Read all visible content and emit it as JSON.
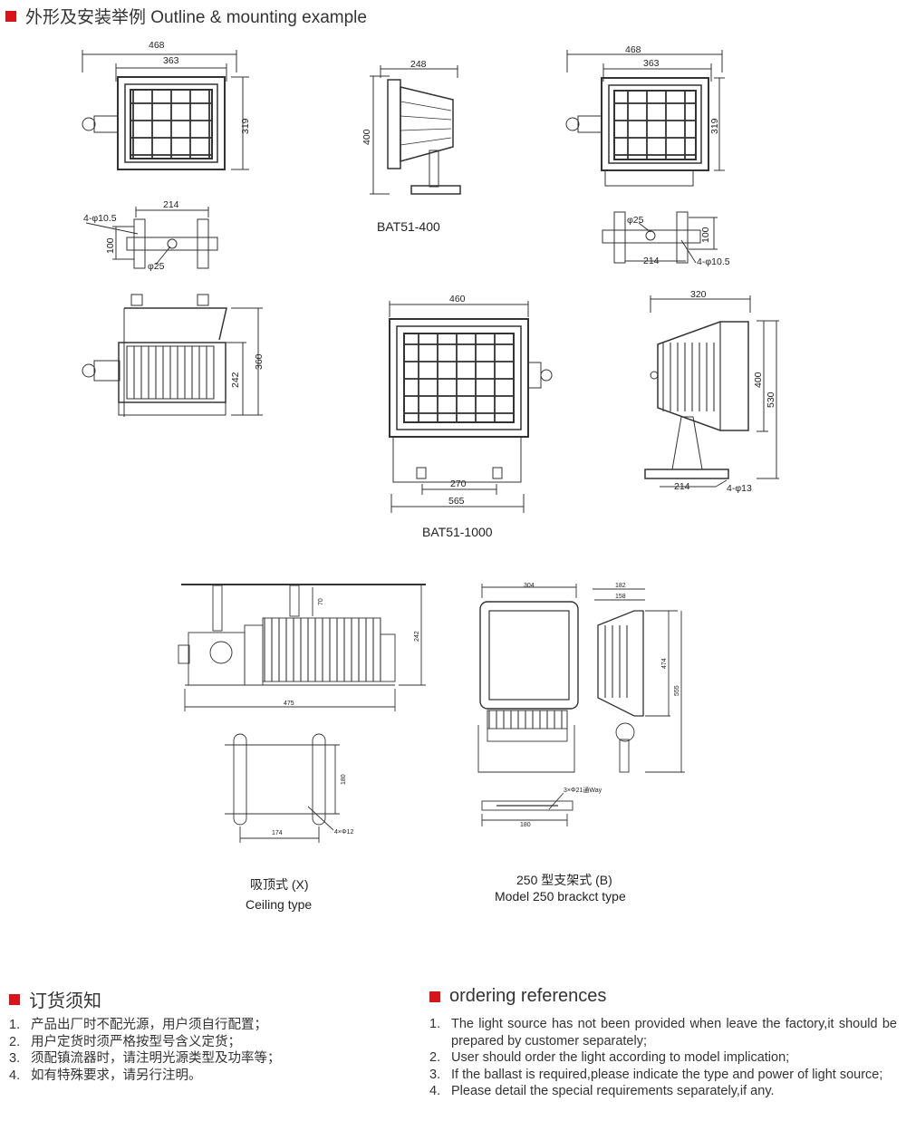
{
  "header": {
    "title": "外形及安装举例 Outline & mounting example"
  },
  "dimensions": {
    "d468": "468",
    "d363": "363",
    "d319": "319",
    "d214": "214",
    "d100": "100",
    "hole4": "4-φ10.5",
    "phi25": "φ25",
    "d248": "248",
    "d400": "400",
    "d360": "360",
    "d242": "242",
    "d460": "460",
    "d270": "270",
    "d565": "565",
    "d320": "320",
    "d530": "530",
    "hole13": "4-φ13",
    "c70": "70",
    "c242": "242",
    "c475": "475",
    "c180": "180",
    "c174": "174",
    "c4x12": "4×Φ12",
    "b304": "304",
    "b182": "182",
    "b158": "158",
    "b474": "474",
    "b555": "555",
    "b180": "180",
    "b3x21": "3×Φ21通Way"
  },
  "captions": {
    "bat400": "BAT51-400",
    "bat1000": "BAT51-1000",
    "ceiling_cn": "吸顶式 (X)",
    "ceiling_en": "Ceiling type",
    "bracket_cn": "250 型支架式 (B)",
    "bracket_en": "Model 250 brackct type"
  },
  "ordering_cn": {
    "title": "订货须知",
    "items": [
      {
        "n": "1.",
        "text": "产品出厂时不配光源，用户须自行配置；"
      },
      {
        "n": "2.",
        "text": "用户定货时须严格按型号含义定货；"
      },
      {
        "n": "3.",
        "text": "须配镇流器时，请注明光源类型及功率等；"
      },
      {
        "n": "4.",
        "text": "如有特殊要求，请另行注明。"
      }
    ]
  },
  "ordering_en": {
    "title": "ordering references",
    "items": [
      {
        "n": "1.",
        "text": "The light source has not been provided when leave the factory,it should be prepared by customer separately;"
      },
      {
        "n": "2.",
        "text": "User should order the light according to model implication;"
      },
      {
        "n": "3.",
        "text": "If the ballast is required,please indicate the type and power of light source;"
      },
      {
        "n": "4.",
        "text": "Please detail the special requirements separately,if any."
      }
    ]
  },
  "colors": {
    "accent": "#d7141a",
    "line": "#333333"
  }
}
